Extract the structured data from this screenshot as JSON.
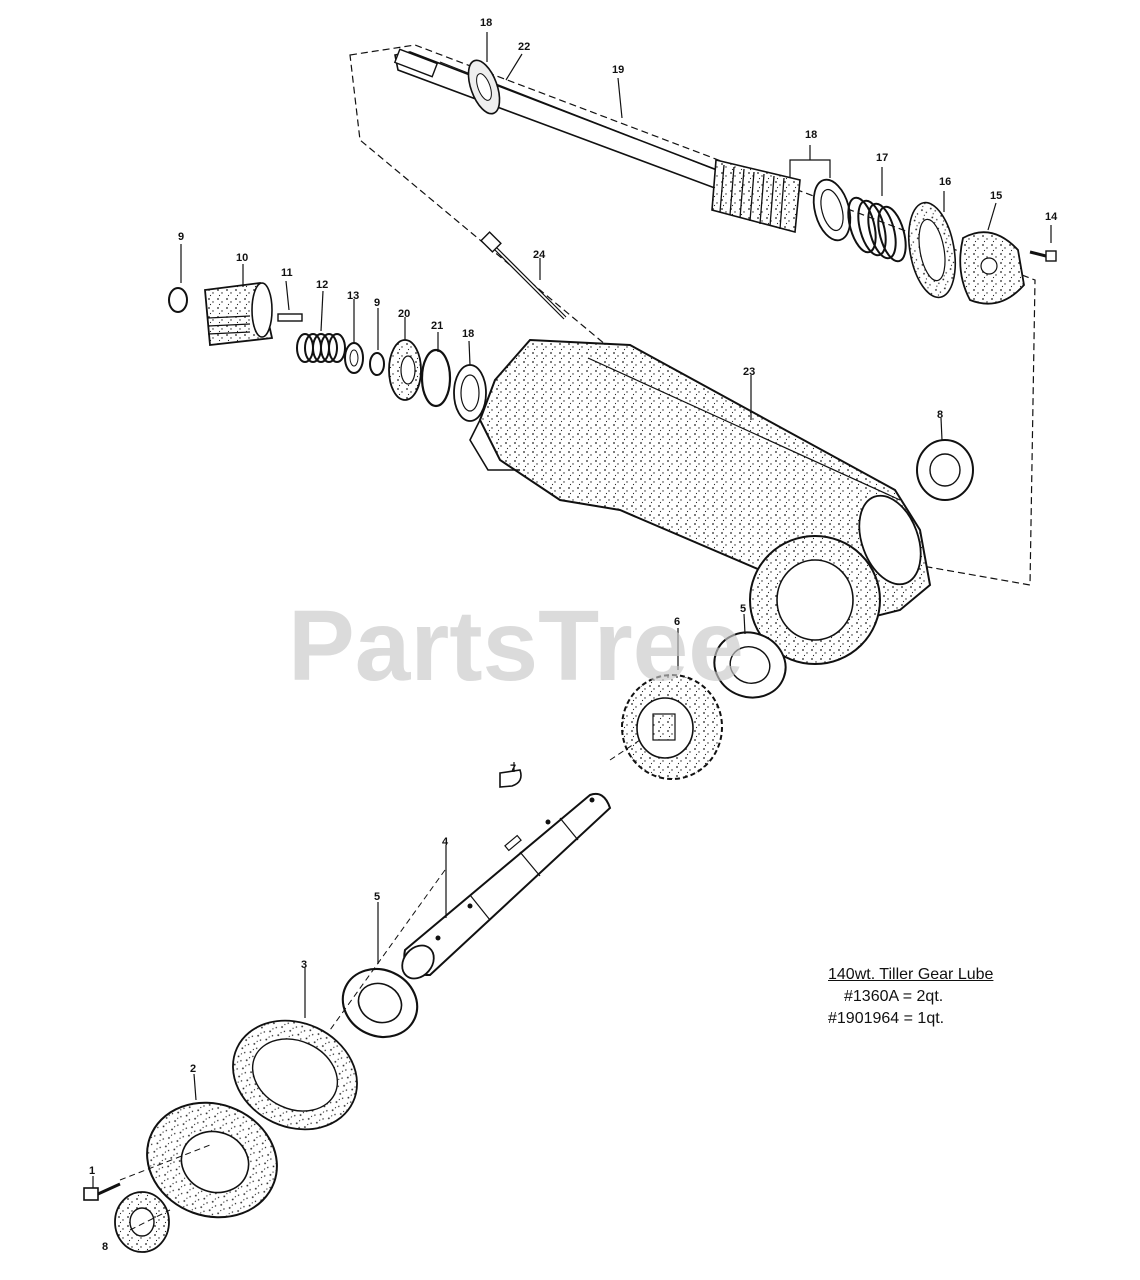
{
  "watermark": "PartsTree",
  "lube_note": {
    "title": "140wt. Tiller Gear Lube",
    "line1": "#1360A = 2qt.",
    "line2": "#1901964 = 1qt."
  },
  "callouts": [
    "18",
    "22",
    "19",
    "18",
    "17",
    "16",
    "15",
    "14",
    "9",
    "10",
    "11",
    "12",
    "13",
    "9",
    "20",
    "21",
    "18",
    "24",
    "23",
    "8",
    "5",
    "6",
    "7",
    "4",
    "5",
    "3",
    "2",
    "1",
    "8"
  ],
  "colors": {
    "ink": "#111111",
    "watermark": "#c8c8c8",
    "background": "#ffffff"
  }
}
